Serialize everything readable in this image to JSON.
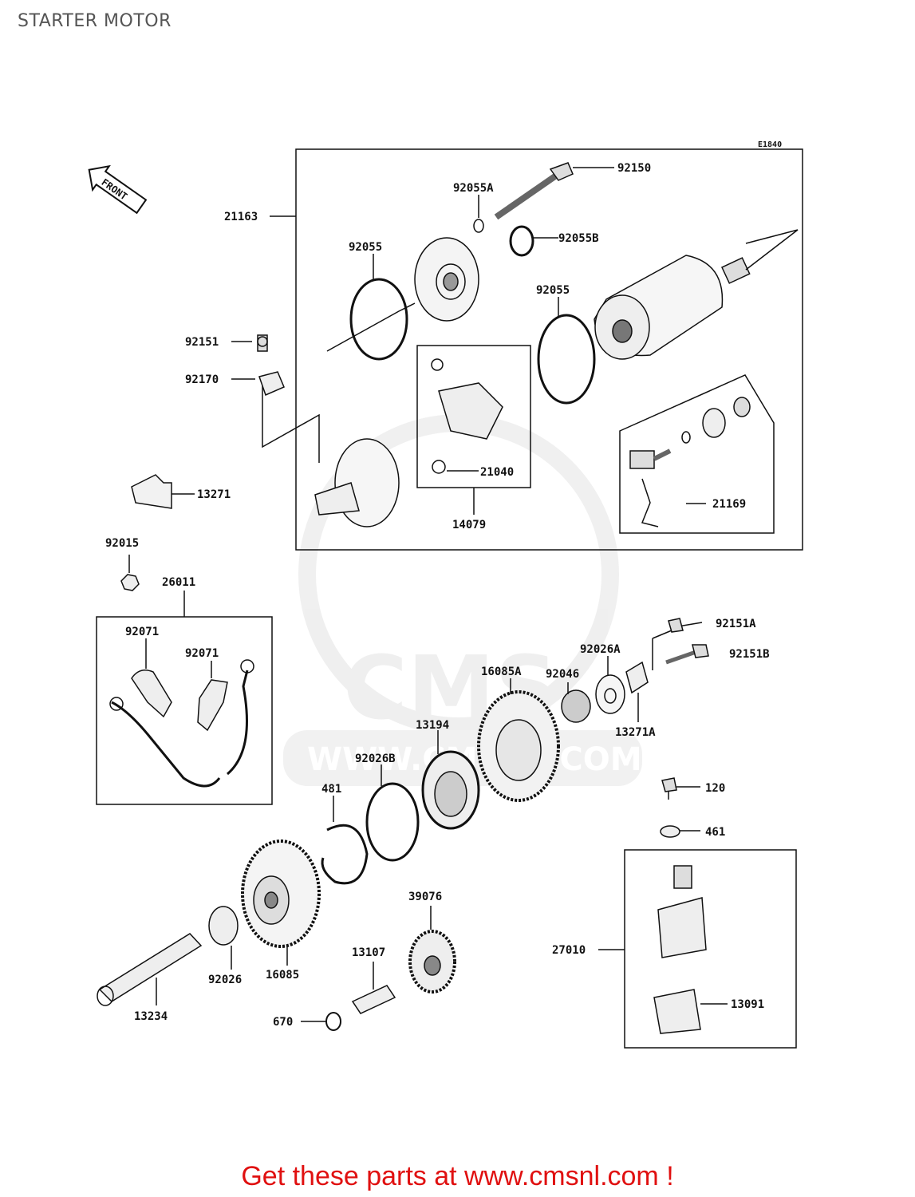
{
  "page": {
    "title": "STARTER MOTOR",
    "footer": "Get these parts at www.cmsnl.com !"
  },
  "diagram": {
    "code": "E1840",
    "front_label": "FRONT",
    "watermark": {
      "brand": "CMS",
      "site": "WWW.CMSNL.COM"
    },
    "parts": {
      "p21163": "21163",
      "p92150": "92150",
      "p92055A": "92055A",
      "p92055B": "92055B",
      "p92055a": "92055",
      "p92055b": "92055",
      "p92151": "92151",
      "p92170": "92170",
      "p21040": "21040",
      "p14079": "14079",
      "p13271": "13271",
      "p21169": "21169",
      "p92015": "92015",
      "p26011": "26011",
      "p92071a": "92071",
      "p92071b": "92071",
      "p92151A": "92151A",
      "p92151B": "92151B",
      "p92026A": "92026A",
      "p92046": "92046",
      "p16085A": "16085A",
      "p13271A": "13271A",
      "p13194": "13194",
      "p92026B": "92026B",
      "p481": "481",
      "p120": "120",
      "p461": "461",
      "p39076": "39076",
      "p27010": "27010",
      "p13107": "13107",
      "p16085": "16085",
      "p92026": "92026",
      "p13091": "13091",
      "p13234": "13234",
      "p670": "670"
    }
  }
}
